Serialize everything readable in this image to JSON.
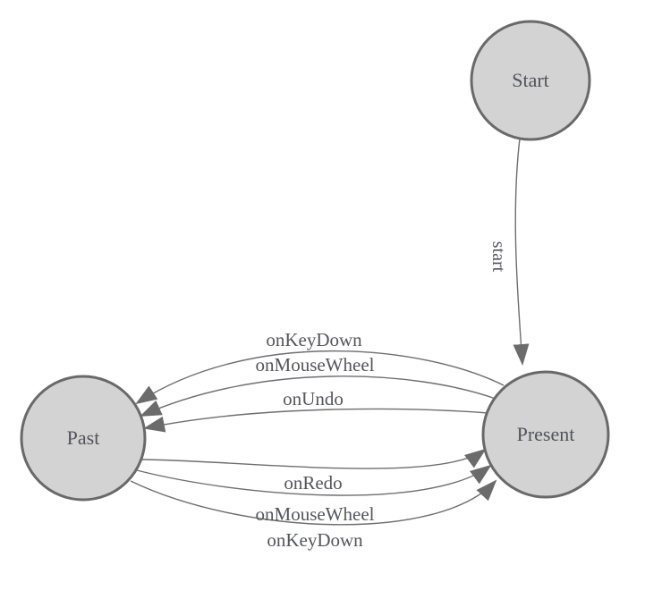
{
  "diagram": {
    "type": "state-machine",
    "colors": {
      "background": "#ffffff",
      "node_fill": "#d3d3d3",
      "node_stroke": "#696969",
      "edge_stroke": "#6e6e6e",
      "arrowhead_fill": "#6b6b6b",
      "label_text": "#55565c"
    },
    "nodes": [
      {
        "id": "start",
        "label": "Start"
      },
      {
        "id": "past",
        "label": "Past"
      },
      {
        "id": "present",
        "label": "Present"
      }
    ],
    "edges": [
      {
        "id": "start-to-present",
        "from": "Start",
        "to": "Present",
        "label": "start"
      },
      {
        "id": "present-to-past-onkeydown",
        "from": "Present",
        "to": "Past",
        "label": "onKeyDown"
      },
      {
        "id": "present-to-past-onmousewheel",
        "from": "Present",
        "to": "Past",
        "label": "onMouseWheel"
      },
      {
        "id": "present-to-past-onundo",
        "from": "Present",
        "to": "Past",
        "label": "onUndo"
      },
      {
        "id": "past-to-present-onredo",
        "from": "Past",
        "to": "Present",
        "label": "onRedo"
      },
      {
        "id": "past-to-present-onmousewheel",
        "from": "Past",
        "to": "Present",
        "label": "onMouseWheel"
      },
      {
        "id": "past-to-present-onkeydown",
        "from": "Past",
        "to": "Present",
        "label": "onKeyDown"
      }
    ]
  }
}
